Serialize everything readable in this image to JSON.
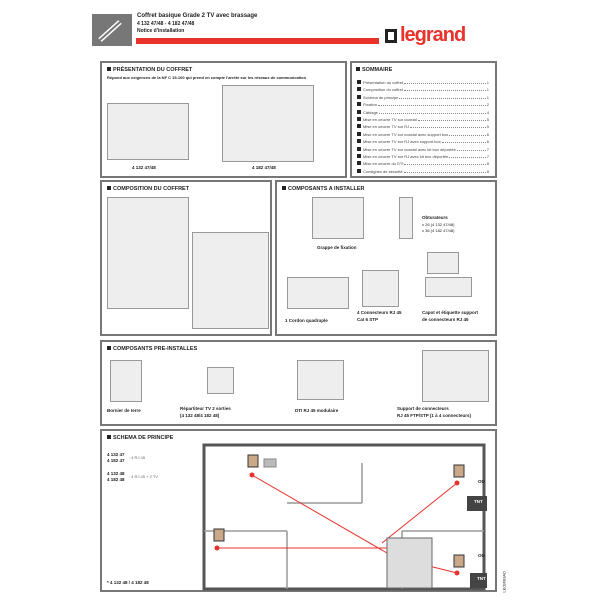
{
  "header": {
    "title": "Coffret basique Grade 2 TV avec brassage",
    "refs": "4 132 47/48 - 4 182 47/48",
    "subtitle": "Notice d'installation",
    "brand": "legrand",
    "brand_color": "#e8322c"
  },
  "presentation": {
    "title": "PRÉSENTATION DU COFFRET",
    "desc": "Répond aux exigences de la NF C 15-100 qui prend en compte l'arrêté sur les réseaux de communication",
    "labels": [
      "4 132 47/48",
      "4 182 47/48"
    ]
  },
  "sommaire": {
    "title": "SOMMAIRE",
    "items": [
      {
        "label": "Présentation du coffret",
        "page": "1"
      },
      {
        "label": "Composition du coffret",
        "page": "1"
      },
      {
        "label": "Schéma de principe",
        "page": "1"
      },
      {
        "label": "Fixation",
        "page": "2"
      },
      {
        "label": "Câblage",
        "page": "4"
      },
      {
        "label": "Mise en oeuvre TV sur coaxial",
        "page": "5"
      },
      {
        "label": "Mise en oeuvre TV sur RJ",
        "page": "5"
      },
      {
        "label": "Mise en oeuvre TV sur coaxial avec support box",
        "page": "6"
      },
      {
        "label": "Mise en oeuvre TV sur RJ avec support box",
        "page": "6"
      },
      {
        "label": "Mise en oeuvre TV sur coaxial avec kit box déportée",
        "page": "7"
      },
      {
        "label": "Mise en oeuvre TV sur RJ avec kit box déportée",
        "page": "7"
      },
      {
        "label": "Mise en oeuvre du DTI",
        "page": "8"
      },
      {
        "label": "Consignes de sécurité",
        "page": "8"
      }
    ]
  },
  "composition": {
    "title": "COMPOSITION DU COFFRET"
  },
  "installer": {
    "title": "COMPOSANTS A INSTALLER",
    "items": [
      "Grappe de fixation",
      "Obturateurs",
      "x 26 (4 132 47/48)",
      "x 36 (4 182 47/48)",
      "1 Cordon quadruple",
      "4 Connecteurs RJ 45",
      "Cat 6 STP",
      "Capot et étiquette support",
      "de connecteurs RJ 45"
    ]
  },
  "preinstalled": {
    "title": "COMPOSANTS PRE-INSTALLES",
    "items": [
      "Bornier de terre",
      "Répartiteur TV 2 sorties",
      "(4 132 48/4 182 48)",
      "DTI RJ 45 modulaire",
      "Support de connecteurs",
      "RJ 45 FTP/STP (1 à 4 connecteurs)"
    ]
  },
  "schema": {
    "title": "SCHEMA DE PRINCIPE",
    "ref1a": "4 132 47",
    "ref1b": "4 182 47",
    "ref1v": ": 4 RJ 45",
    "ref2a": "4 132 48",
    "ref2b": "4 182 48",
    "ref2v": ": 4 RJ 45 + 2 TV",
    "footnote": "* 4 132 48 / 4 182 48",
    "ou": "OU",
    "tnt": "TNT",
    "code": "LE09683AD"
  }
}
